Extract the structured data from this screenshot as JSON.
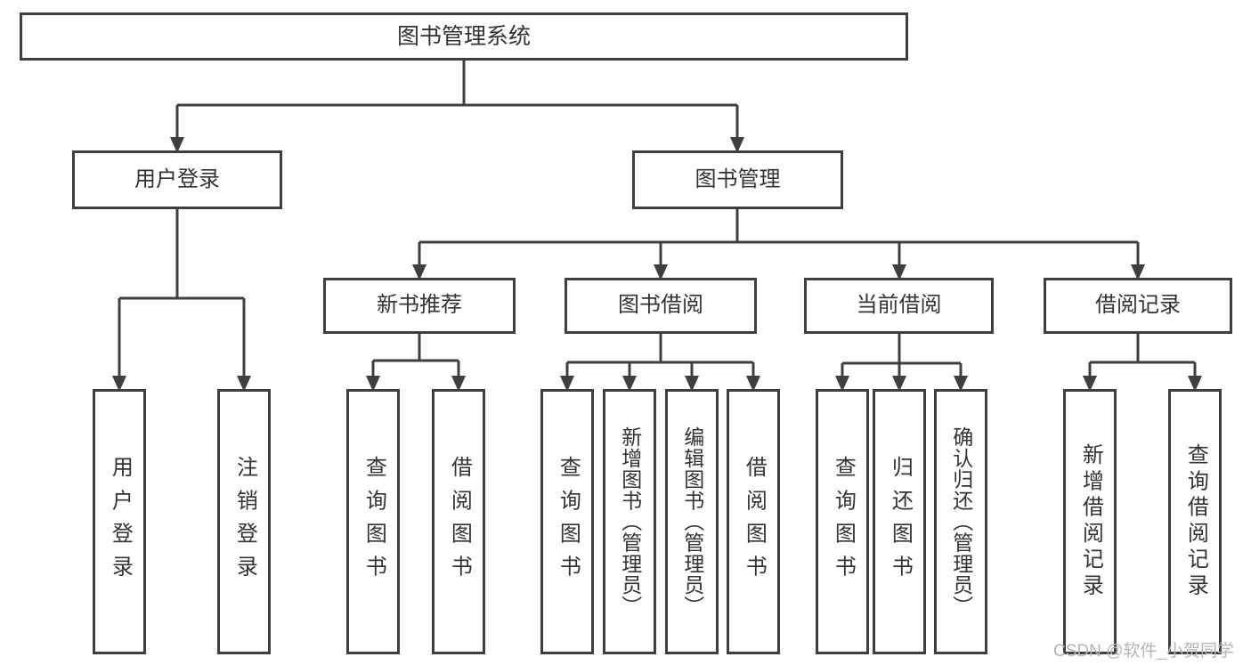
{
  "colors": {
    "line": "#3f3f3f",
    "text": "#333333",
    "watermark": "#b5b5b5"
  },
  "watermark": "CSDN @软件_小贺同学",
  "tree": {
    "label": "图书管理系统",
    "children": [
      {
        "label": "用户登录",
        "children": [
          {
            "label": "用户登录"
          },
          {
            "label": "注销登录"
          }
        ]
      },
      {
        "label": "图书管理",
        "children": [
          {
            "label": "新书推荐",
            "children": [
              {
                "label": "查询图书"
              },
              {
                "label": "借阅图书"
              }
            ]
          },
          {
            "label": "图书借阅",
            "children": [
              {
                "label": "查询图书"
              },
              {
                "label": "新增图书（管理员）"
              },
              {
                "label": "编辑图书（管理员）"
              },
              {
                "label": "借阅图书"
              }
            ]
          },
          {
            "label": "当前借阅",
            "children": [
              {
                "label": "查询图书"
              },
              {
                "label": "归还图书"
              },
              {
                "label": "确认归还（管理员）"
              }
            ]
          },
          {
            "label": "借阅记录",
            "children": [
              {
                "label": "新增借阅记录"
              },
              {
                "label": "查询借阅记录"
              }
            ]
          }
        ]
      }
    ]
  }
}
